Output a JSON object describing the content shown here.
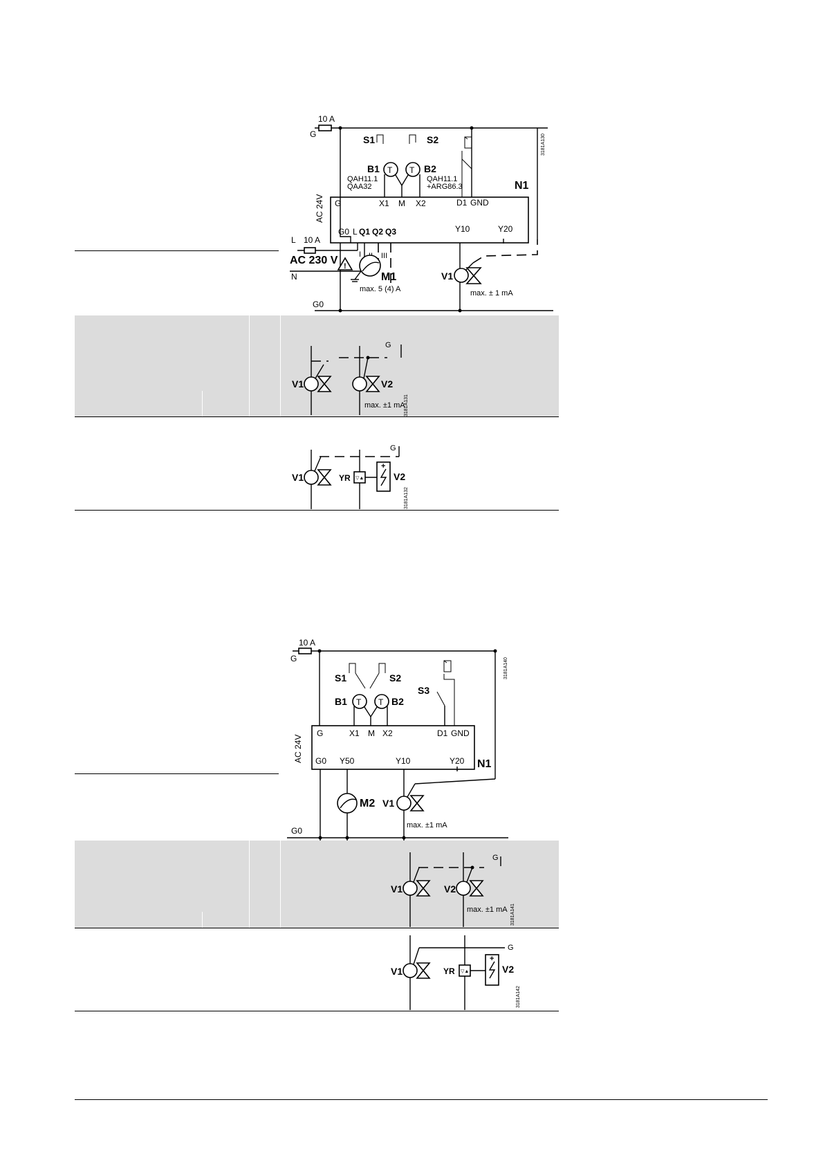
{
  "diagram1": {
    "fuse_g": "10 A",
    "g": "G",
    "s1": "S1",
    "s2": "S2",
    "b1": "B1",
    "b2": "B2",
    "t": "T",
    "b1_types_1": "QAH11.1",
    "b1_types_2": "QAA32",
    "b2_types_1": "QAH11.1",
    "b2_types_2": "+ARG86.3",
    "supply": "AC 24V",
    "n1": "N1",
    "term_g": "G",
    "term_x1": "X1",
    "term_m": "M",
    "term_x2": "X2",
    "term_d1": "D1",
    "term_gnd": "GND",
    "term_g0": "G0",
    "term_l": "L",
    "term_q1": "Q1",
    "term_q2": "Q2",
    "term_q3": "Q3",
    "term_y10": "Y10",
    "term_y20": "Y20",
    "mains_l": "L",
    "mains_fuse": "10 A",
    "mains": "AC 230 V",
    "mains_n": "N",
    "speed_1": "I",
    "speed_2": "II",
    "speed_3": "III",
    "m1": "M1",
    "m1_rating": "max. 5 (4) A",
    "v1": "V1",
    "v1_rating": "max. ± 1 mA",
    "g0": "G0",
    "code": "3181A130"
  },
  "option1a": {
    "g": "G",
    "v1": "V1",
    "v2": "V2",
    "rating": "max. ±1 mA",
    "code": "3181A131"
  },
  "option1b": {
    "g": "G",
    "v1": "V1",
    "yr": "YR",
    "v2": "V2",
    "code": "3181A132"
  },
  "diagram2": {
    "fuse_g": "10 A",
    "g": "G",
    "s1": "S1",
    "s2": "S2",
    "s3": "S3",
    "b1": "B1",
    "b2": "B2",
    "t": "T",
    "supply": "AC 24V",
    "n1": "N1",
    "term_g": "G",
    "term_x1": "X1",
    "term_m": "M",
    "term_x2": "X2",
    "term_d1": "D1",
    "term_gnd": "GND",
    "term_g0": "G0",
    "term_y50": "Y50",
    "term_y10": "Y10",
    "term_y20": "Y20",
    "m2": "M2",
    "v1": "V1",
    "v1_rating": "max. ±1 mA",
    "g0": "G0",
    "code": "3181A140"
  },
  "option2a": {
    "g": "G",
    "v1": "V1",
    "v2": "V2",
    "rating": "max. ±1 mA",
    "code": "3181A141"
  },
  "option2b": {
    "g": "G",
    "v1": "V1",
    "yr": "YR",
    "v2": "V2",
    "code": "3181A142"
  }
}
